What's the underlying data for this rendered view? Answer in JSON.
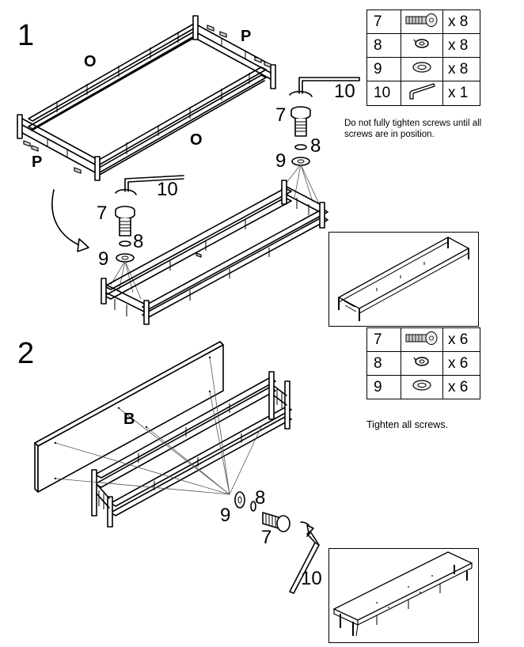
{
  "steps": [
    {
      "number": "1"
    },
    {
      "number": "2"
    }
  ],
  "part_labels": {
    "o": "O",
    "p": "P",
    "b": "B",
    "screw": "7",
    "lock_washer": "8",
    "flat_washer": "9",
    "allen_key": "10"
  },
  "parts_table_1": {
    "rows": [
      {
        "num": "7",
        "icon": "screw-icon",
        "qty": "x 8"
      },
      {
        "num": "8",
        "icon": "lock-washer-icon",
        "qty": "x 8"
      },
      {
        "num": "9",
        "icon": "flat-washer-icon",
        "qty": "x 8"
      },
      {
        "num": "10",
        "icon": "allen-key-icon",
        "qty": "x 1"
      }
    ]
  },
  "note_1": "Do not fully tighten screws until all screws are in position.",
  "parts_table_2": {
    "rows": [
      {
        "num": "7",
        "icon": "screw-icon",
        "qty": "x 6"
      },
      {
        "num": "8",
        "icon": "lock-washer-icon",
        "qty": "x 6"
      },
      {
        "num": "9",
        "icon": "flat-washer-icon",
        "qty": "x 6"
      }
    ]
  },
  "note_2": "Tighten all screws."
}
